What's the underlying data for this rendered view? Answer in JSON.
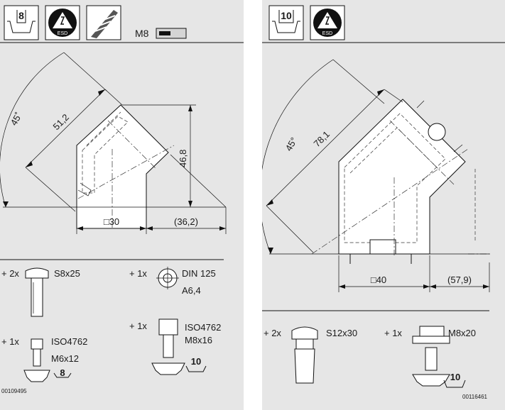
{
  "left_sheet": {
    "header": {
      "slot_size_label": "8",
      "esd_icon_caption": "ESD",
      "thread_label": "M8"
    },
    "drawing": {
      "angle_label": "45˚",
      "length_label": "51,2",
      "height_label": "46,8",
      "width_label": "□30",
      "offset_label": "(36,2)"
    },
    "parts": {
      "screw_qty": "+ 2x",
      "screw_name": "S8x25",
      "washer_qty": "+ 1x",
      "washer_name": "DIN 125",
      "washer_size": "A6,4",
      "bolt_qty": "+ 1x",
      "bolt_standard": "ISO4762",
      "bolt_size": "M6x12",
      "bolt_slot_label": "8",
      "bolt2_qty": "+ 1x",
      "bolt2_standard": "ISO4762",
      "bolt2_size": "M8x16",
      "bolt2_slot_label": "10"
    },
    "article_number": "00109495"
  },
  "right_sheet": {
    "header": {
      "slot_size_label": "10",
      "esd_icon_caption": "ESD"
    },
    "drawing": {
      "angle_label": "45°",
      "length_label": "78,1",
      "width_label": "□40",
      "offset_label": "(57,9)"
    },
    "parts": {
      "screw_qty": "+ 2x",
      "screw_name": "S12x30",
      "bolt_qty": "+ 1x",
      "bolt_name": "M8x20",
      "bolt_slot_label": "10"
    },
    "article_number": "00116461"
  }
}
